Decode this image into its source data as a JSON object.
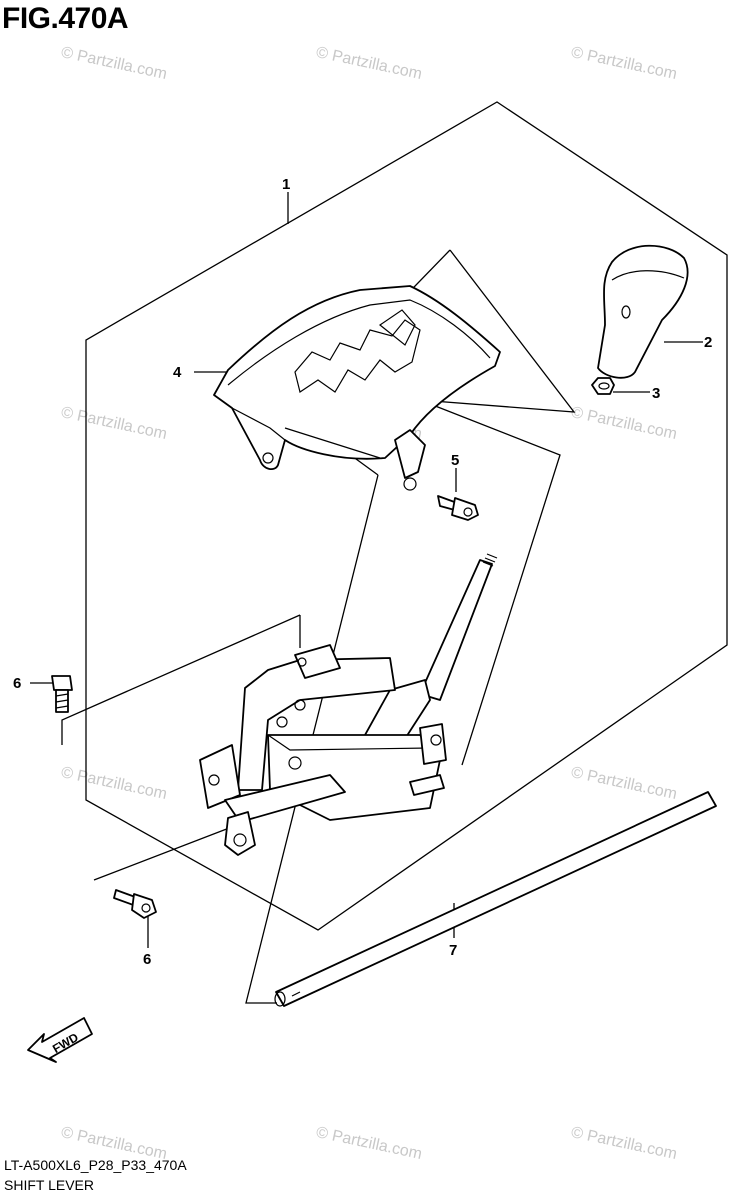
{
  "figure": {
    "title": "FIG.470A",
    "code": "LT-A500XL6_P28_P33_470A",
    "caption": "SHIFT LEVER"
  },
  "watermark": {
    "text": "© Partzilla.com",
    "color": "#c8c8c8"
  },
  "callouts": [
    "1",
    "2",
    "3",
    "4",
    "5",
    "6",
    "6",
    "7"
  ],
  "fwd_label": "FWD"
}
